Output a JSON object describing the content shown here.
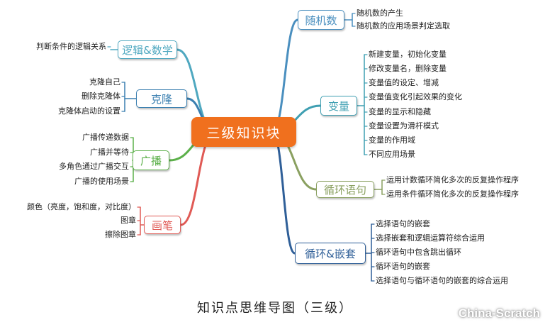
{
  "center": "三级知识块",
  "caption": "知识点思维导图（三级）",
  "watermark": "China-Scratch",
  "branches": [
    {
      "label": "随机数",
      "color": "#4a8fbf",
      "leaves": [
        "随机数的产生",
        "随机数的应用场景判定选取"
      ]
    },
    {
      "label": "变量",
      "color": "#3f9fb2",
      "leaves": [
        "新建变量，初始化变量",
        "修改变量名，删除变量",
        "变量值的设定、增减",
        "变量值变化引起效果的变化",
        "变量的显示和隐藏",
        "变量设置为滑杆模式",
        "变量的作用域",
        "不同应用场景"
      ]
    },
    {
      "label": "循环语句",
      "color": "#8aa060",
      "leaves": [
        "运用计数循环简化多次的反复操作程序",
        "运用条件循环简化多次的反复操作程序"
      ]
    },
    {
      "label": "循环&嵌套",
      "color": "#2f5f98",
      "leaves": [
        "选择语句的嵌套",
        "选择嵌套和逻辑运算符综合运用",
        "循环语句中包含跳出循环",
        "循环语句的嵌套",
        "选择语句与循环语句的嵌套的综合运用"
      ]
    },
    {
      "label": "逻辑&数学",
      "color": "#4fa8c0",
      "leaves": [
        "判断条件的逻辑关系"
      ]
    },
    {
      "label": "克隆",
      "color": "#3a7fb0",
      "leaves": [
        "克隆自己",
        "删除克隆体",
        "克隆体启动的设置"
      ]
    },
    {
      "label": "广播",
      "color": "#5cb04a",
      "leaves": [
        "广播传递数据",
        "广播并等待",
        "多角色通过广播交互",
        "广播的使用场景"
      ]
    },
    {
      "label": "画笔",
      "color": "#e05a55",
      "leaves": [
        "颜色（亮度，饱和度，对比度）",
        "图章",
        "擦除图章"
      ]
    }
  ]
}
